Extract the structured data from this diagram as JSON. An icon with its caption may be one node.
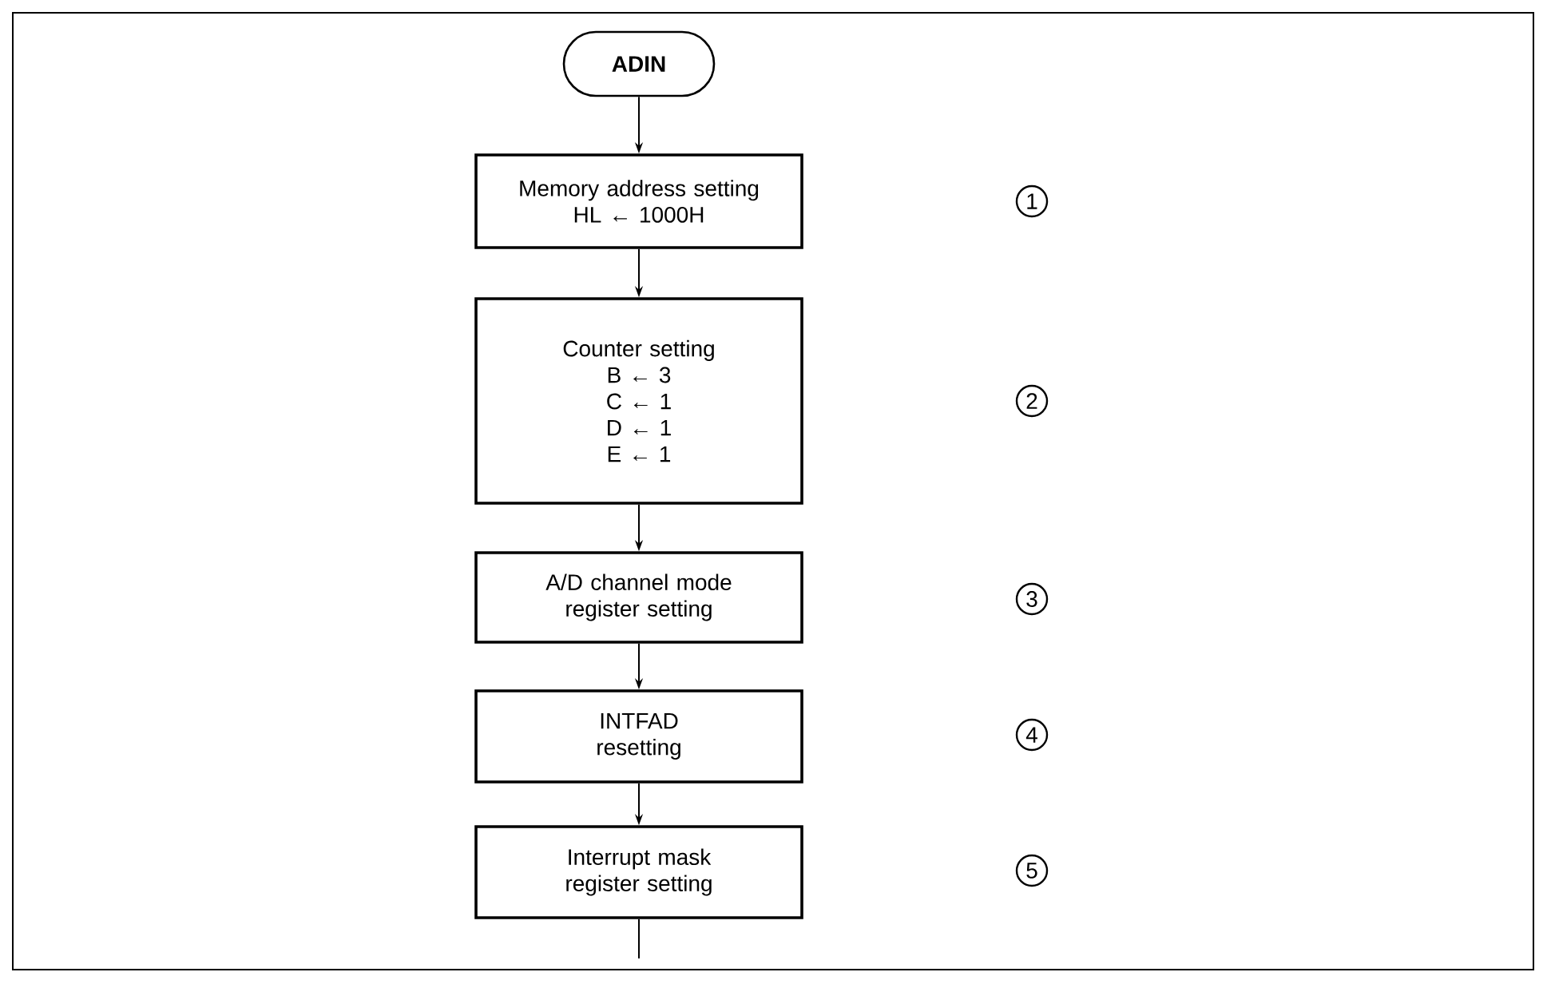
{
  "diagram": {
    "nodes": [
      {
        "text": [
          "ADIN"
        ]
      },
      {
        "text": [
          "Memory address setting",
          "HL ← 1000H"
        ]
      },
      {
        "text": [
          "Counter setting",
          "B ← 3",
          "C ← 1",
          "D ← 1",
          "E ← 1"
        ]
      },
      {
        "text": [
          "A/D channel mode register setting"
        ]
      },
      {
        "text": [
          "INTFAD resetting"
        ]
      },
      {
        "text": [
          "Interrupt mask register setting"
        ]
      }
    ],
    "edges": [
      {
        "from": 0,
        "to": 1,
        "arrow": "to"
      },
      {
        "from": 1,
        "to": 2,
        "arrow": "to"
      },
      {
        "from": 2,
        "to": 3,
        "arrow": "to"
      },
      {
        "from": 3,
        "to": 4,
        "arrow": "to"
      },
      {
        "from": 4,
        "to": 5,
        "arrow": "to"
      },
      {
        "from": 5,
        "to": null,
        "arrow": "none"
      }
    ],
    "labels": [
      "1",
      "2",
      "3",
      "4",
      "5"
    ]
  }
}
